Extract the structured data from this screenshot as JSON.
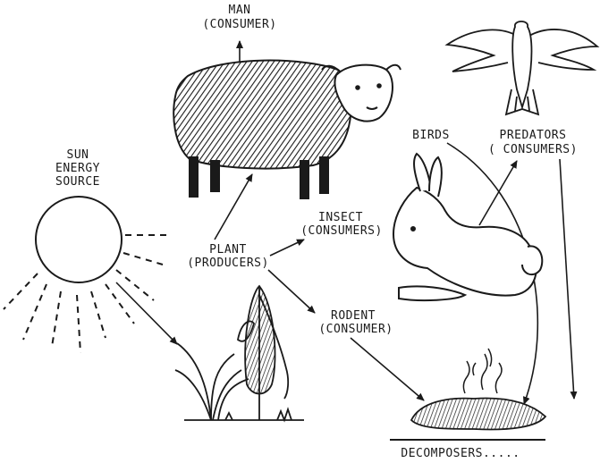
{
  "labels": {
    "man": "MAN",
    "man_role": "(CONSUMER)",
    "sun_1": "SUN",
    "sun_2": "ENERGY",
    "sun_3": "SOURCE",
    "plant": "PLANT",
    "plant_role": "(PRODUCERS)",
    "insect": "INSECT",
    "insect_role": "(CONSUMERS)",
    "rodent": "RODENT",
    "rodent_role": "(CONSUMER)",
    "birds": "BIRDS",
    "predators": "PREDATORS",
    "predators_role": "( CONSUMERS)",
    "decomposers": "DECOMPOSERS....."
  },
  "colors": {
    "ink": "#1a1a1a",
    "paper": "#ffffff"
  }
}
